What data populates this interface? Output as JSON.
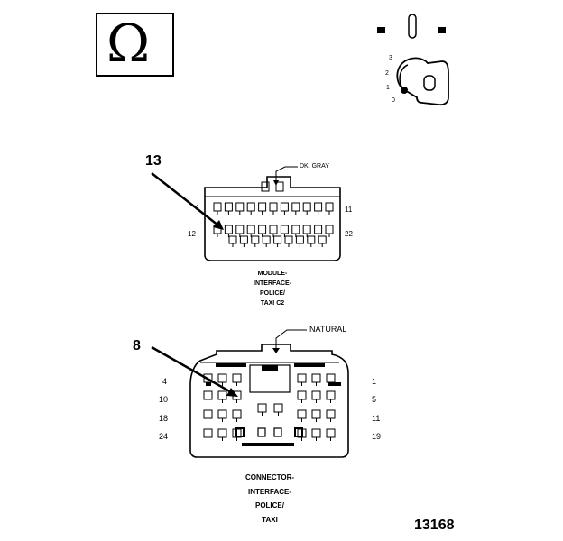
{
  "symbol_box": {
    "glyph": "Ω"
  },
  "ignition": {
    "positions": [
      "3",
      "2",
      "1",
      "0"
    ]
  },
  "connector_module": {
    "callout": "13",
    "color_label": "DK. GRAY",
    "pins": {
      "top_left": "1",
      "top_right": "11",
      "bottom_left": "12",
      "bottom_right": "22"
    },
    "caption": [
      "MODULE-",
      "INTERFACE-",
      "POLICE/",
      "TAXI C2"
    ]
  },
  "connector_interface": {
    "callout": "8",
    "color_label": "NATURAL",
    "pins": {
      "left": [
        "4",
        "10",
        "18",
        "24"
      ],
      "right": [
        "1",
        "5",
        "11",
        "19"
      ]
    },
    "caption": [
      "CONNECTOR-",
      "INTERFACE-",
      "POLICE/",
      "TAXI"
    ]
  },
  "figure_number": "13168"
}
